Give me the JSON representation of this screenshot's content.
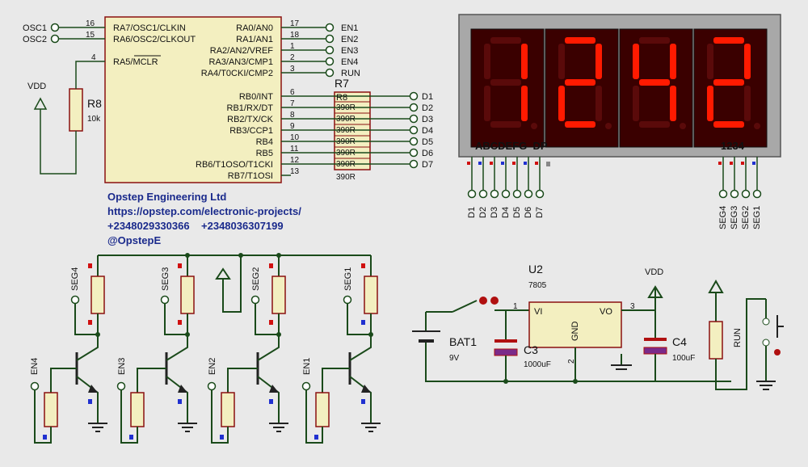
{
  "mcu": {
    "left_pins": [
      {
        "num": "16",
        "name": "RA7/OSC1/CLKIN"
      },
      {
        "num": "15",
        "name": "RA6/OSC2/CLKOUT"
      },
      {
        "num": "4",
        "name": "RA5/MCLR"
      }
    ],
    "right_pins": [
      {
        "num": "17",
        "name": "RA0/AN0"
      },
      {
        "num": "18",
        "name": "RA1/AN1"
      },
      {
        "num": "1",
        "name": "RA2/AN2/VREF"
      },
      {
        "num": "2",
        "name": "RA3/AN3/CMP1"
      },
      {
        "num": "3",
        "name": "RA4/T0CKI/CMP2"
      },
      {
        "num": "6",
        "name": "RB0/INT"
      },
      {
        "num": "7",
        "name": "RB1/RX/DT"
      },
      {
        "num": "8",
        "name": "RB2/TX/CK"
      },
      {
        "num": "9",
        "name": "RB3/CCP1"
      },
      {
        "num": "10",
        "name": "RB4"
      },
      {
        "num": "11",
        "name": "RB5"
      },
      {
        "num": "12",
        "name": "RB6/T1OSO/T1CKI"
      },
      {
        "num": "13",
        "name": "RB7/T1OSI"
      }
    ]
  },
  "terminals": {
    "osc": [
      "OSC1",
      "OSC2"
    ],
    "en": [
      "EN1",
      "EN2",
      "EN3",
      "EN4",
      "RUN"
    ],
    "d": [
      "D1",
      "D2",
      "D3",
      "D4",
      "D5",
      "D6",
      "D7"
    ]
  },
  "r8": {
    "ref": "R8",
    "value": "10k",
    "supply": "VDD"
  },
  "r7": {
    "ref": "R7",
    "values": [
      "390R",
      "390R",
      "390R",
      "390R",
      "390R",
      "390R",
      "390R"
    ]
  },
  "r7_cover_label": "R8",
  "company": {
    "name": "Opstep Engineering Ltd",
    "url": "https://opstep.com/electronic-projects/",
    "phones": "+2348029330366    +2348036307199",
    "handle": "@OpstepE"
  },
  "display": {
    "digits": [
      "1",
      "2",
      "4",
      "2"
    ],
    "segment_label": "ABCDEFG  DP",
    "digit_label": "1234",
    "seg_color": "#ff1a00",
    "pins_left": [
      "D1",
      "D2",
      "D3",
      "D4",
      "D5",
      "D6",
      "D7"
    ],
    "pins_right": [
      "SEG4",
      "SEG3",
      "SEG2",
      "SEG1"
    ]
  },
  "drivers": [
    {
      "seg": "SEG4",
      "en": "EN4"
    },
    {
      "seg": "SEG3",
      "en": "EN3"
    },
    {
      "seg": "SEG2",
      "en": "EN2"
    },
    {
      "seg": "SEG1",
      "en": "EN1"
    }
  ],
  "power": {
    "u2_ref": "U2",
    "u2_type": "7805",
    "vi": "VI",
    "vo": "VO",
    "gnd": "GND",
    "pin1": "1",
    "pin2": "2",
    "pin3": "3",
    "bat_ref": "BAT1",
    "bat_value": "9V",
    "c3_ref": "C3",
    "c3_value": "1000uF",
    "c4_ref": "C4",
    "c4_value": "100uF",
    "vdd": "VDD"
  },
  "run_circuit": {
    "label": "RUN",
    "supply": "VDD"
  }
}
